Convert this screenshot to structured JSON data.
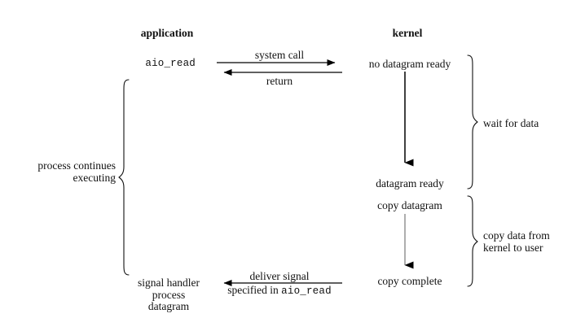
{
  "figure": {
    "title": "",
    "columns": {
      "application": "application",
      "kernel": "kernel"
    },
    "application_side": {
      "call_label": "aio_read",
      "process_brace_label": "process continues\nexecuting",
      "signal_handler_lines": "signal handler\nprocess\ndatagram"
    },
    "kernel_side": {
      "state_1": "no datagram ready",
      "state_2": "datagram ready",
      "state_3": "copy datagram",
      "state_4": "copy complete",
      "brace_wait_label": "wait for data",
      "brace_copy_label": "copy data from\nkernel to user"
    },
    "arrows": {
      "system_call": "system call",
      "return": "return",
      "deliver_signal_top": "deliver signal",
      "deliver_signal_bottom_prefix": "specified in ",
      "deliver_signal_bottom_mono": "aio_read"
    },
    "colors": {
      "background": "#ffffff",
      "ink": "#111111",
      "rule": "#000000",
      "thin_rule": "#6b6b6b"
    }
  }
}
